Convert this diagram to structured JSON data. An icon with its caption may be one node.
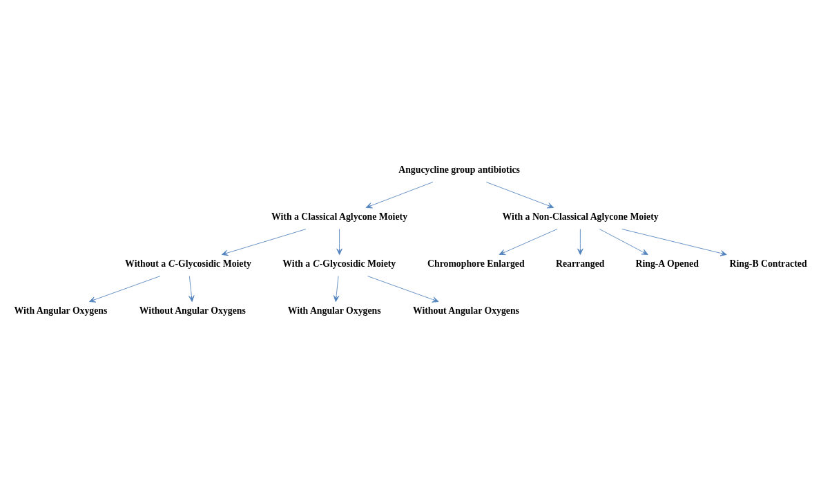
{
  "diagram": {
    "nodes": [
      {
        "text": [
          "Angucycline group antibiotics"
        ]
      },
      {
        "text": [
          "With a Classical Aglycone Moiety"
        ]
      },
      {
        "text": [
          "Without a *C*-Glycosidic Moiety"
        ]
      },
      {
        "text": [
          "With a *C*-Glycosidic Moiety"
        ]
      },
      {
        "text": [
          "With Angular Oxygens"
        ]
      },
      {
        "text": [
          "Without Angular Oxygens"
        ]
      },
      {
        "text": [
          "With Angular Oxygens"
        ]
      },
      {
        "text": [
          "Without Angular Oxygens"
        ]
      },
      {
        "text": [
          "With a Non-Classical Aglycone Moiety"
        ]
      },
      {
        "text": [
          "Chromophore Enlarged"
        ]
      },
      {
        "text": [
          "Rearranged"
        ]
      },
      {
        "text": [
          "Ring-A Opened"
        ]
      },
      {
        "text": [
          "Ring-B Contracted"
        ]
      }
    ],
    "edges": [
      {
        "from": 0,
        "to": 1,
        "arrow": "to"
      },
      {
        "from": 0,
        "to": 8,
        "arrow": "to"
      },
      {
        "from": 1,
        "to": 2,
        "arrow": "to"
      },
      {
        "from": 1,
        "to": 3,
        "arrow": "to"
      },
      {
        "from": 2,
        "to": 4,
        "arrow": "to"
      },
      {
        "from": 2,
        "to": 5,
        "arrow": "to"
      },
      {
        "from": 3,
        "to": 6,
        "arrow": "to"
      },
      {
        "from": 3,
        "to": 7,
        "arrow": "to"
      },
      {
        "from": 8,
        "to": 9,
        "arrow": "to"
      },
      {
        "from": 8,
        "to": 10,
        "arrow": "to"
      },
      {
        "from": 8,
        "to": 11,
        "arrow": "to"
      },
      {
        "from": 8,
        "to": 12,
        "arrow": "to"
      }
    ]
  }
}
